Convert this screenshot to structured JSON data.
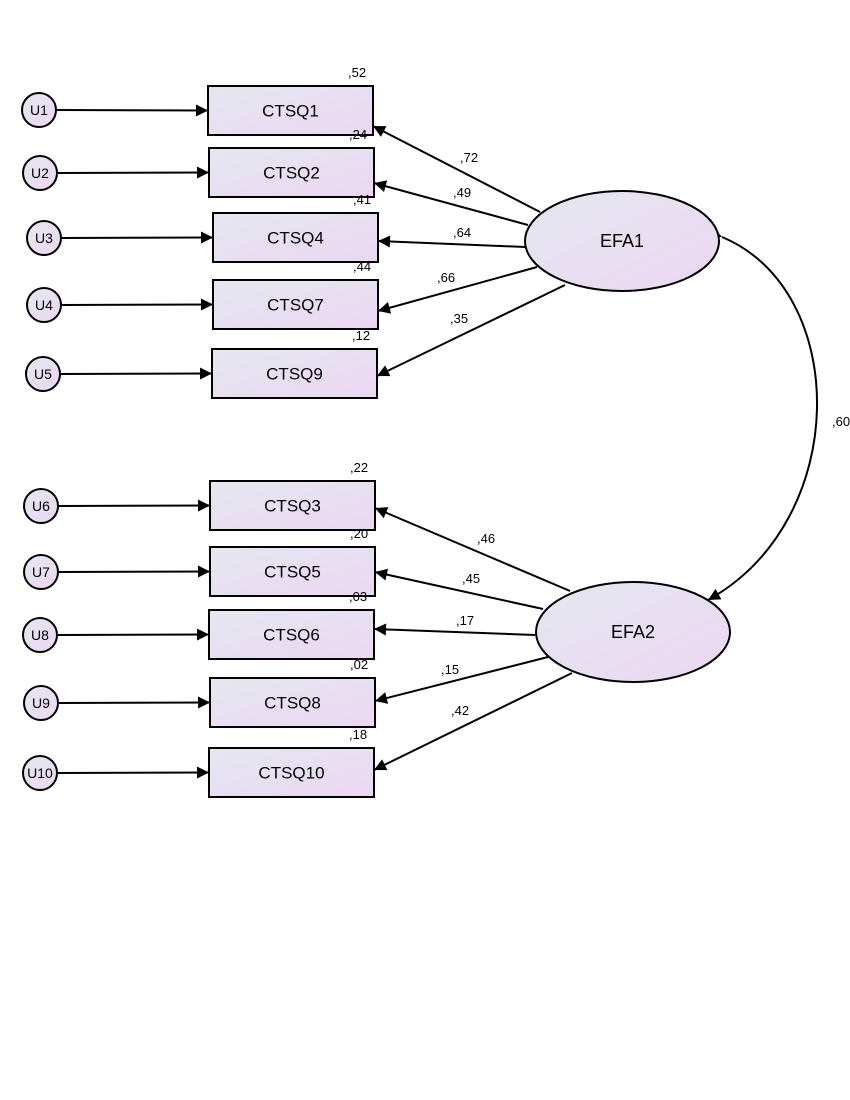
{
  "factors": [
    {
      "id": "EFA1",
      "label": "EFA1"
    },
    {
      "id": "EFA2",
      "label": "EFA2"
    }
  ],
  "observed": [
    {
      "label": "CTSQ1",
      "factor": "EFA1",
      "error": "U1",
      "loading": ",72",
      "r2": ",52"
    },
    {
      "label": "CTSQ2",
      "factor": "EFA1",
      "error": "U2",
      "loading": ",49",
      "r2": ",24"
    },
    {
      "label": "CTSQ4",
      "factor": "EFA1",
      "error": "U3",
      "loading": ",64",
      "r2": ",41"
    },
    {
      "label": "CTSQ7",
      "factor": "EFA1",
      "error": "U4",
      "loading": ",66",
      "r2": ",44"
    },
    {
      "label": "CTSQ9",
      "factor": "EFA1",
      "error": "U5",
      "loading": ",35",
      "r2": ",12"
    },
    {
      "label": "CTSQ3",
      "factor": "EFA2",
      "error": "U6",
      "loading": ",46",
      "r2": ",22"
    },
    {
      "label": "CTSQ5",
      "factor": "EFA2",
      "error": "U7",
      "loading": ",45",
      "r2": ",20"
    },
    {
      "label": "CTSQ6",
      "factor": "EFA2",
      "error": "U8",
      "loading": ",17",
      "r2": ",03"
    },
    {
      "label": "CTSQ8",
      "factor": "EFA2",
      "error": "U9",
      "loading": ",15",
      "r2": ",02"
    },
    {
      "label": "CTSQ10",
      "factor": "EFA2",
      "error": "U10",
      "loading": ",42",
      "r2": ",18"
    }
  ],
  "correlation": {
    "from": "EFA1",
    "to": "EFA2",
    "value": ",60"
  },
  "colors": {
    "fill_start": "#e4e8f0",
    "fill_end": "#ecd6f2",
    "stroke": "#000000"
  }
}
